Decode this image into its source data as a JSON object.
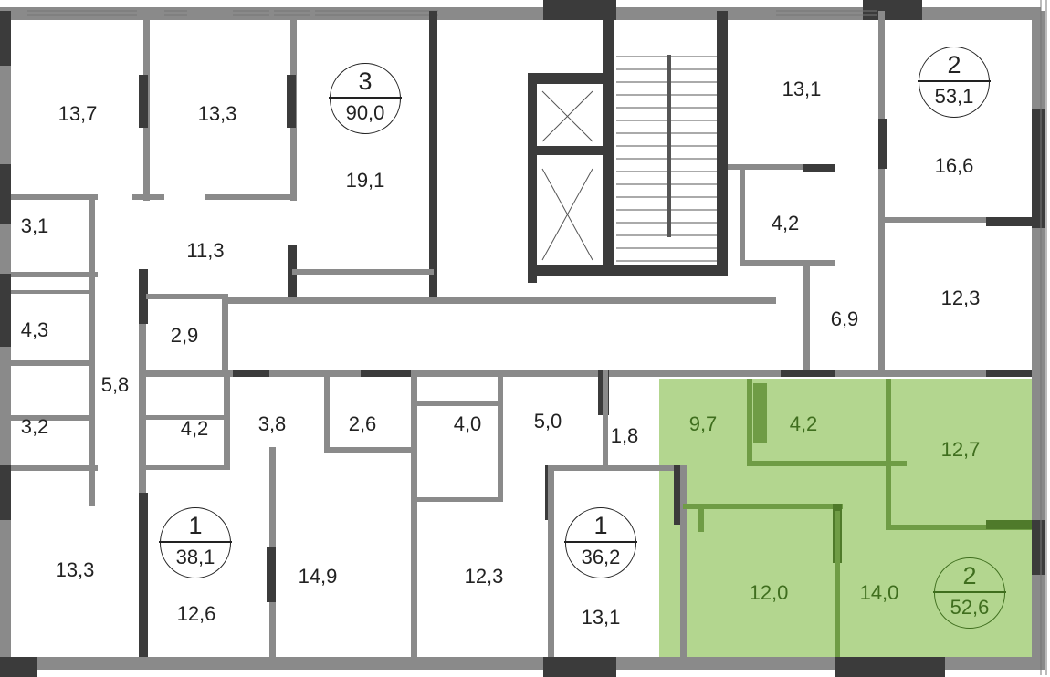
{
  "colors": {
    "wall": "#8a8a8a",
    "wall_dark": "#3b3b3b",
    "highlight_fill": "#b3d68f",
    "highlight_wall": "#6f9c45",
    "highlight_wall_dark": "#4f7a2a"
  },
  "apartments": [
    {
      "rooms": "3",
      "area": "90,0",
      "highlighted": false
    },
    {
      "rooms": "2",
      "area": "53,1",
      "highlighted": false
    },
    {
      "rooms": "1",
      "area": "38,1",
      "highlighted": false
    },
    {
      "rooms": "1",
      "area": "36,2",
      "highlighted": false
    },
    {
      "rooms": "2",
      "area": "52,6",
      "highlighted": true
    }
  ],
  "rooms": [
    "13,7",
    "13,3",
    "19,1",
    "3,1",
    "11,3",
    "4,3",
    "2,9",
    "5,8",
    "3,2",
    "4,2",
    "3,8",
    "2,6",
    "4,0",
    "5,0",
    "1,8",
    "13,3",
    "12,6",
    "14,9",
    "12,3",
    "13,1",
    "13,1",
    "16,6",
    "4,2",
    "12,3",
    "6,9"
  ],
  "highlighted_rooms": [
    "9,7",
    "4,2",
    "12,7",
    "12,0",
    "14,0"
  ]
}
